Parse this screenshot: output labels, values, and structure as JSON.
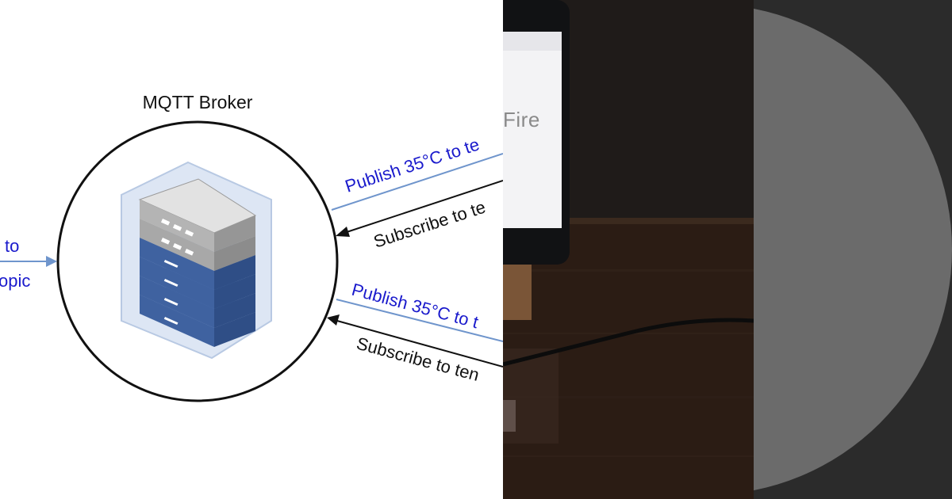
{
  "diagram": {
    "broker_title": "MQTT Broker",
    "left_label_line1": "to",
    "left_label_line2": "opic",
    "arrows": [
      {
        "text": "Publish 35°C to te",
        "color": "#1a1acc"
      },
      {
        "text": "Subscribe to te",
        "color": "#111111"
      },
      {
        "text": "Publish 35°C to t",
        "color": "#1a1acc"
      },
      {
        "text": "Subscribe to ten",
        "color": "#111111"
      }
    ]
  },
  "photo": {
    "phone_screen_text": "Fire"
  },
  "colors": {
    "publish_blue": "#1a1acc",
    "arrow_blue": "#6f95cc",
    "server_blue": "#3f62a0",
    "server_gray": "#a8a8a8",
    "right_panel_bg": "#2b2b2b",
    "right_disc": "#6b6b6b"
  }
}
